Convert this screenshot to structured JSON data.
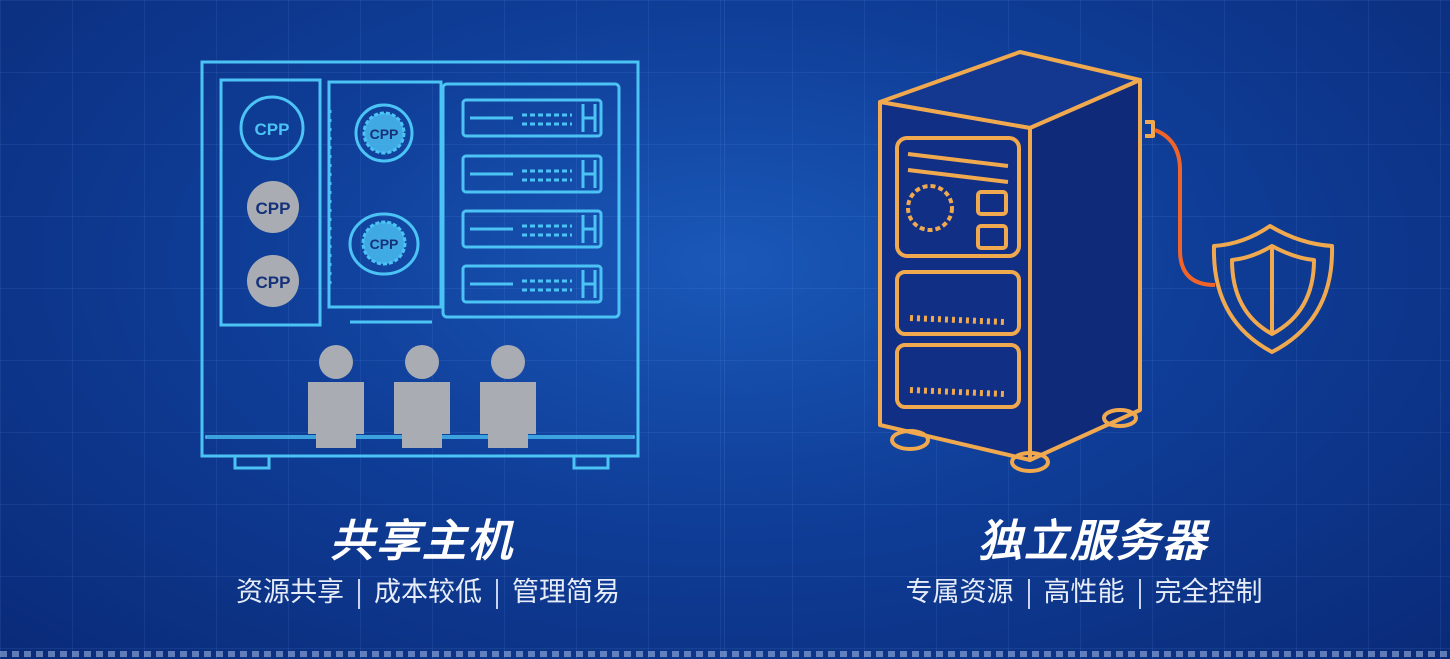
{
  "shared_host": {
    "title": "共享主机",
    "features": [
      "资源共享",
      "成本较低",
      "管理简易"
    ],
    "chip_labels": [
      "CPP",
      "CPP",
      "CPP",
      "CPP",
      "CPP"
    ]
  },
  "dedicated_server": {
    "title": "独立服务器",
    "features": [
      "专属资源",
      "高性能",
      "完全控制"
    ]
  },
  "colors": {
    "shared_accent": "#4cc3f5",
    "dedicated_accent": "#f0a94e",
    "cable": "#f0642a",
    "person": "#a9acb3"
  }
}
